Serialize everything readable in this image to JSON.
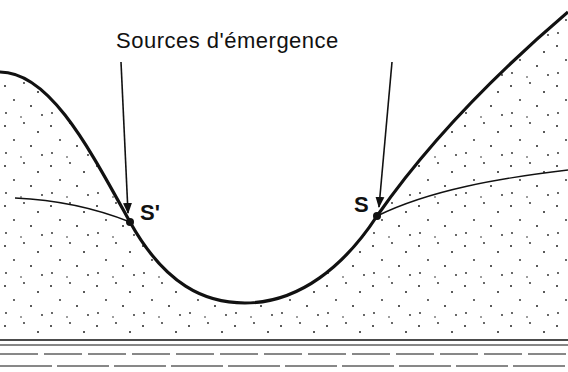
{
  "diagram": {
    "labels": [
      "Sources d'émergence",
      "S'",
      "S"
    ]
  }
}
